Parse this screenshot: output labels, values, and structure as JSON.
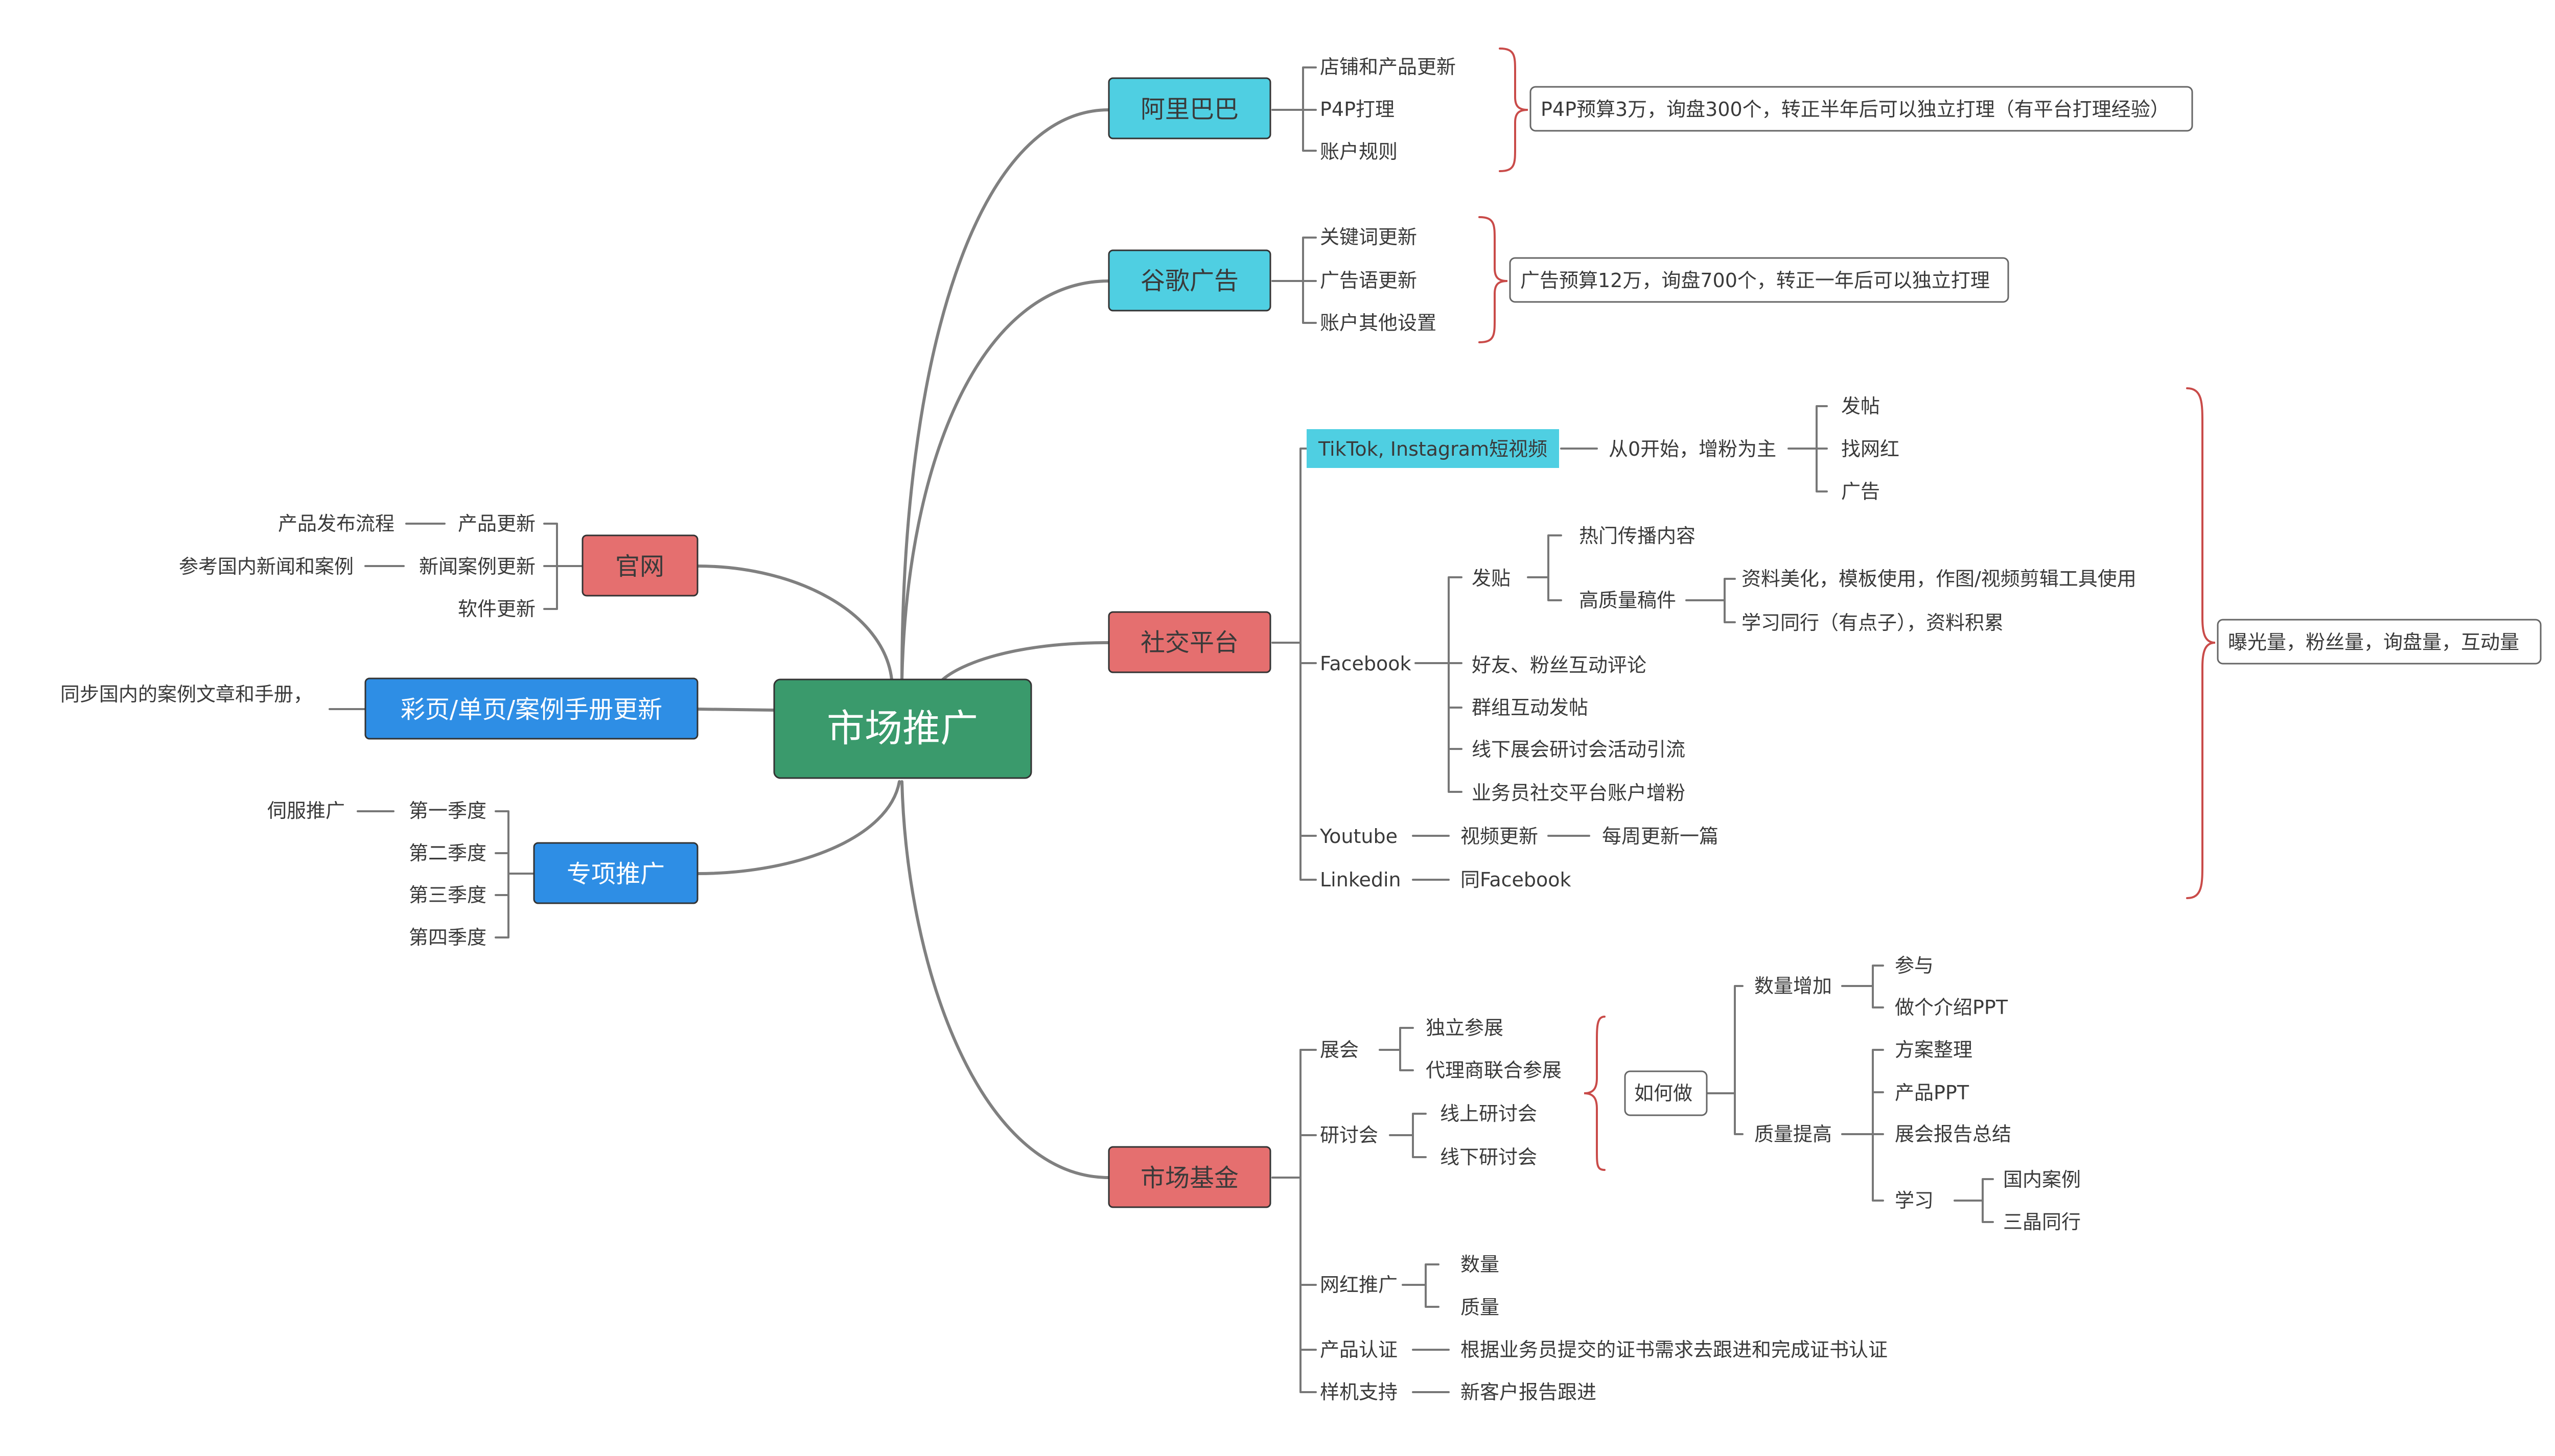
{
  "colors": {
    "central": "#3a9a6c",
    "cyan": "#4fcfe2",
    "red": "#e56f6f",
    "blue": "#2e8ee5",
    "tiktok_highlight": "#4fcfe2",
    "connector": "#808080",
    "brace": "#c94b49"
  },
  "center": {
    "label": "市场推广"
  },
  "alibaba": {
    "label": "阿里巴巴",
    "items": [
      "店铺和产品更新",
      "P4P打理",
      "账户规则"
    ],
    "summary": "P4P预算3万，询盘300个，转正半年后可以独立打理（有平台打理经验）"
  },
  "google": {
    "label": "谷歌广告",
    "items": [
      "关键词更新",
      "广告语更新",
      "账户其他设置"
    ],
    "summary": "广告预算12万，询盘700个，转正一年后可以独立打理"
  },
  "social": {
    "label": "社交平台",
    "tiktok": {
      "label": "TikTok, Instagram短视频",
      "sub": "从0开始，增粉为主",
      "items": [
        "发帖",
        "找网红",
        "广告"
      ]
    },
    "facebook": {
      "label": "Facebook",
      "post": "发贴",
      "post_items": [
        "热门传播内容",
        "高质量稿件"
      ],
      "hq_items": [
        "资料美化，模板使用，作图/视频剪辑工具使用",
        "学习同行（有点子），资料积累"
      ],
      "items": [
        "好友、粉丝互动评论",
        "群组互动发帖",
        "线下展会研讨会活动引流",
        "业务员社交平台账户增粉"
      ]
    },
    "youtube": {
      "label": "Youtube",
      "sub": "视频更新",
      "subsub": "每周更新一篇"
    },
    "linkedin": {
      "label": "Linkedin",
      "sub": "同Facebook"
    },
    "summary": "曝光量，粉丝量，询盘量，互动量"
  },
  "fund": {
    "label": "市场基金",
    "expo": {
      "label": "展会",
      "items": [
        "独立参展",
        "代理商联合参展"
      ]
    },
    "seminar": {
      "label": "研讨会",
      "items": [
        "线上研讨会",
        "线下研讨会"
      ]
    },
    "how": {
      "label": "如何做",
      "increase": {
        "label": "数量增加",
        "items": [
          "参与",
          "做个介绍PPT"
        ]
      },
      "quality": {
        "label": "质量提高",
        "items": [
          "方案整理",
          "产品PPT",
          "展会报告总结"
        ],
        "learn": {
          "label": "学习",
          "items": [
            "国内案例",
            "三晶同行"
          ]
        }
      }
    },
    "influencer": {
      "label": "网红推广",
      "items": [
        "数量",
        "质量"
      ]
    },
    "cert": {
      "label": "产品认证",
      "sub": "根据业务员提交的证书需求去跟进和完成证书认证"
    },
    "sample": {
      "label": "样机支持",
      "sub": "新客户报告跟进"
    }
  },
  "website": {
    "label": "官网",
    "items": [
      "产品更新",
      "新闻案例更新",
      "软件更新"
    ],
    "product_sub": "产品发布流程",
    "news_sub": "参考国内新闻和案例"
  },
  "brochure": {
    "label": "彩页/单页/案例手册更新",
    "sub": "同步国内的案例文章和手册，"
  },
  "special": {
    "label": "专项推广",
    "items": [
      "第一季度",
      "第二季度",
      "第三季度",
      "第四季度"
    ],
    "q1_sub": "伺服推广"
  }
}
